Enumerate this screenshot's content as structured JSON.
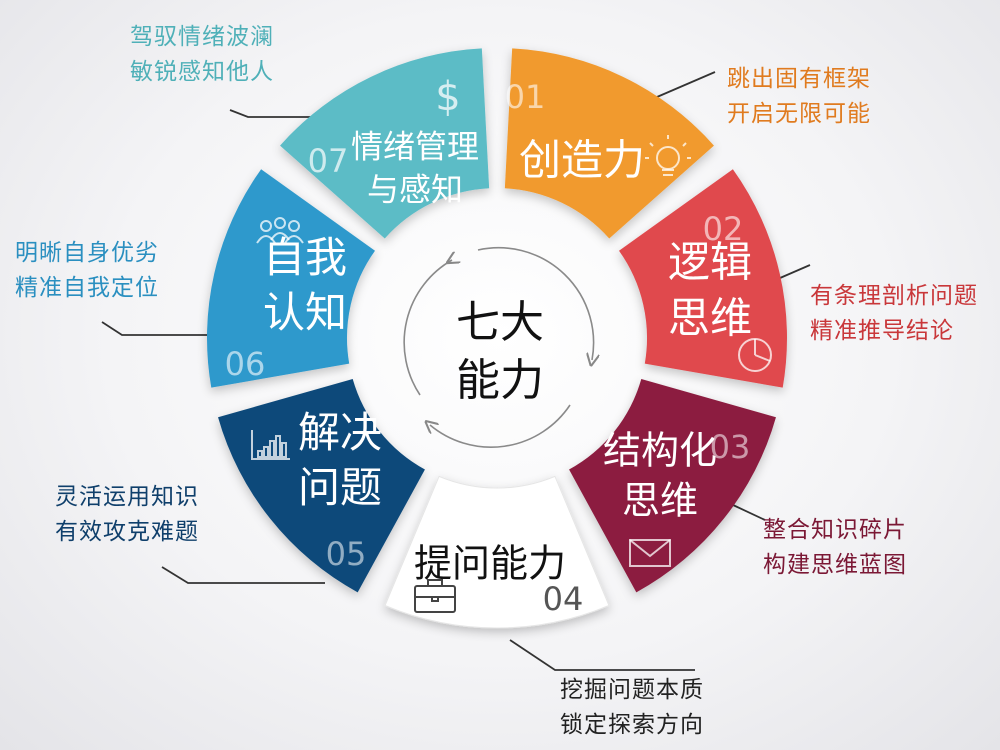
{
  "center": {
    "line1": "七大",
    "line2": "能力"
  },
  "segments": [
    {
      "number": "01",
      "title_lines": [
        "创造力"
      ],
      "icon": "lightbulb-icon",
      "color": "#f19a2e",
      "desc_lines": [
        "跳出固有框架",
        "开启无限可能"
      ]
    },
    {
      "number": "02",
      "title_lines": [
        "逻辑",
        "思维"
      ],
      "icon": "pie-chart-icon",
      "color": "#e04a4d",
      "desc_lines": [
        "有条理剖析问题",
        "精准推导结论"
      ]
    },
    {
      "number": "03",
      "title_lines": [
        "结构化",
        "思维"
      ],
      "icon": "envelope-icon",
      "color": "#8c1e3f",
      "desc_lines": [
        "整合知识碎片",
        "构建思维蓝图"
      ]
    },
    {
      "number": "04",
      "title_lines": [
        "提问能力"
      ],
      "icon": "briefcase-icon",
      "color": "#ffffff",
      "desc_lines": [
        "挖掘问题本质",
        "锁定探索方向"
      ]
    },
    {
      "number": "05",
      "title_lines": [
        "解决",
        "问题"
      ],
      "icon": "bar-chart-icon",
      "color": "#0f4a7a",
      "desc_lines": [
        "灵活运用知识",
        "有效攻克难题"
      ]
    },
    {
      "number": "06",
      "title_lines": [
        "自我",
        "认知"
      ],
      "icon": "people-icon",
      "color": "#2e99cc",
      "desc_lines": [
        "明晰自身优劣",
        "精准自我定位"
      ]
    },
    {
      "number": "07",
      "title_lines": [
        "情绪管理",
        "与感知"
      ],
      "icon": "dollar-icon",
      "color": "#5bbcc6",
      "desc_lines": [
        "驾驭情绪波澜",
        "敏锐感知他人"
      ]
    }
  ],
  "colors": {
    "text_orange": "#e07b1f",
    "text_red": "#c9373a",
    "text_maroon": "#7b1835",
    "text_navy": "#0f3f6b",
    "text_blue": "#2a8fc0",
    "text_teal": "#4fb0b8",
    "text_dark": "#222222"
  }
}
